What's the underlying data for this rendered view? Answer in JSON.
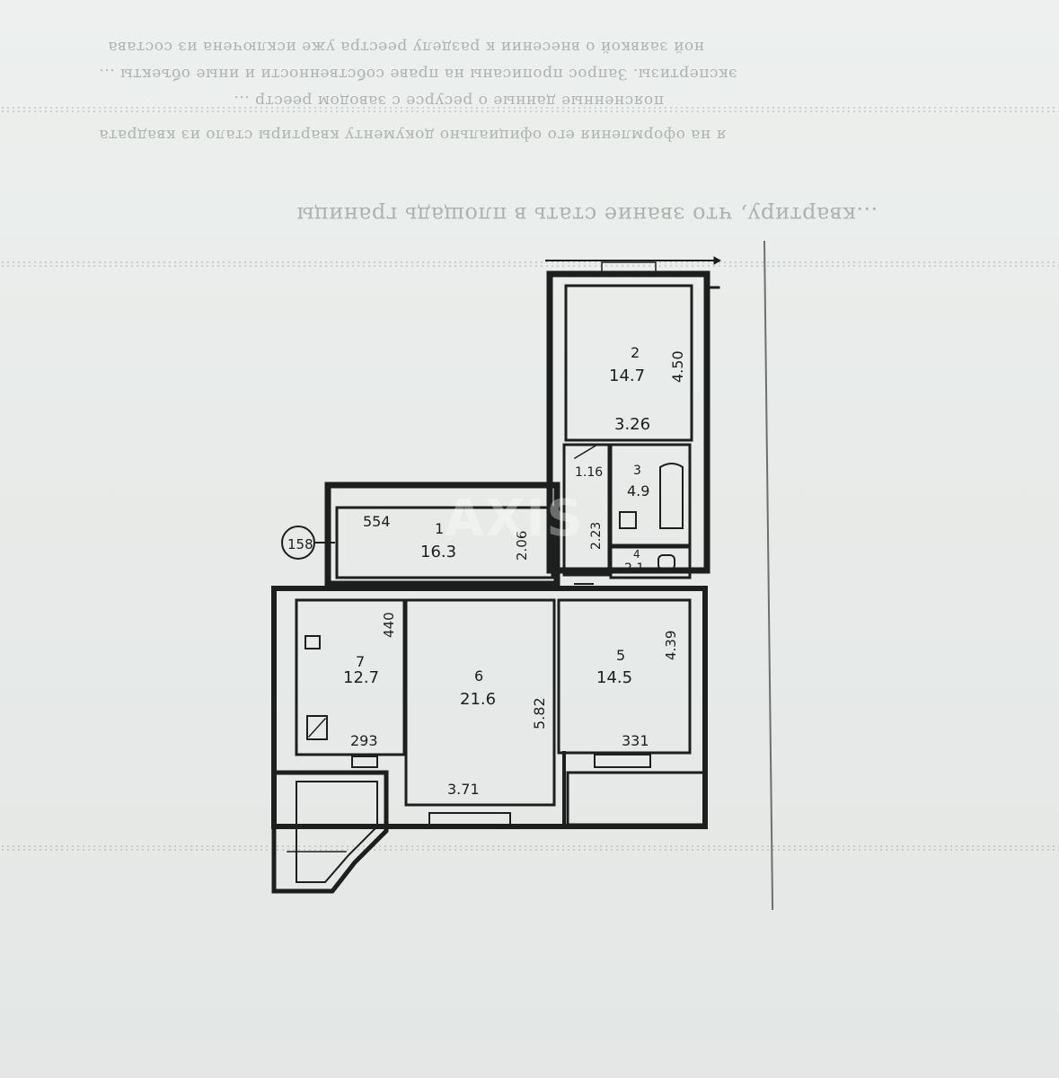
{
  "header_text": {
    "line_1": "ной заявкой о внесении к разделу реестра уже исключена из состава",
    "line_2": "экспертизы. Запрос прописаны на праве собственности и иные объекты ...",
    "line_3": "поясненные данные о ресурсе с заводом реестр ...",
    "line_4": "я на оформления его официально документу квартиры стало из квадрата",
    "subheading": "...квартиру, что звание стать в площадь границы"
  },
  "watermark": "AXIS",
  "plan": {
    "marker_label": "158",
    "rooms": [
      {
        "id": "1",
        "area": "16.3",
        "dims": [
          "554",
          "2.06"
        ]
      },
      {
        "id": "2",
        "area": "14.7",
        "dims": [
          "3.26",
          "4.50"
        ]
      },
      {
        "id": "3",
        "area": "4.9",
        "dims": [
          "1.16",
          "2.23"
        ]
      },
      {
        "id": "4",
        "area": "2.1",
        "dims": []
      },
      {
        "id": "5",
        "area": "14.5",
        "dims": [
          "331",
          "4.39"
        ]
      },
      {
        "id": "6",
        "area": "21.6",
        "dims": [
          "3.71",
          "5.82"
        ]
      },
      {
        "id": "7",
        "area": "12.7",
        "dims": [
          "293",
          "440"
        ]
      }
    ]
  }
}
